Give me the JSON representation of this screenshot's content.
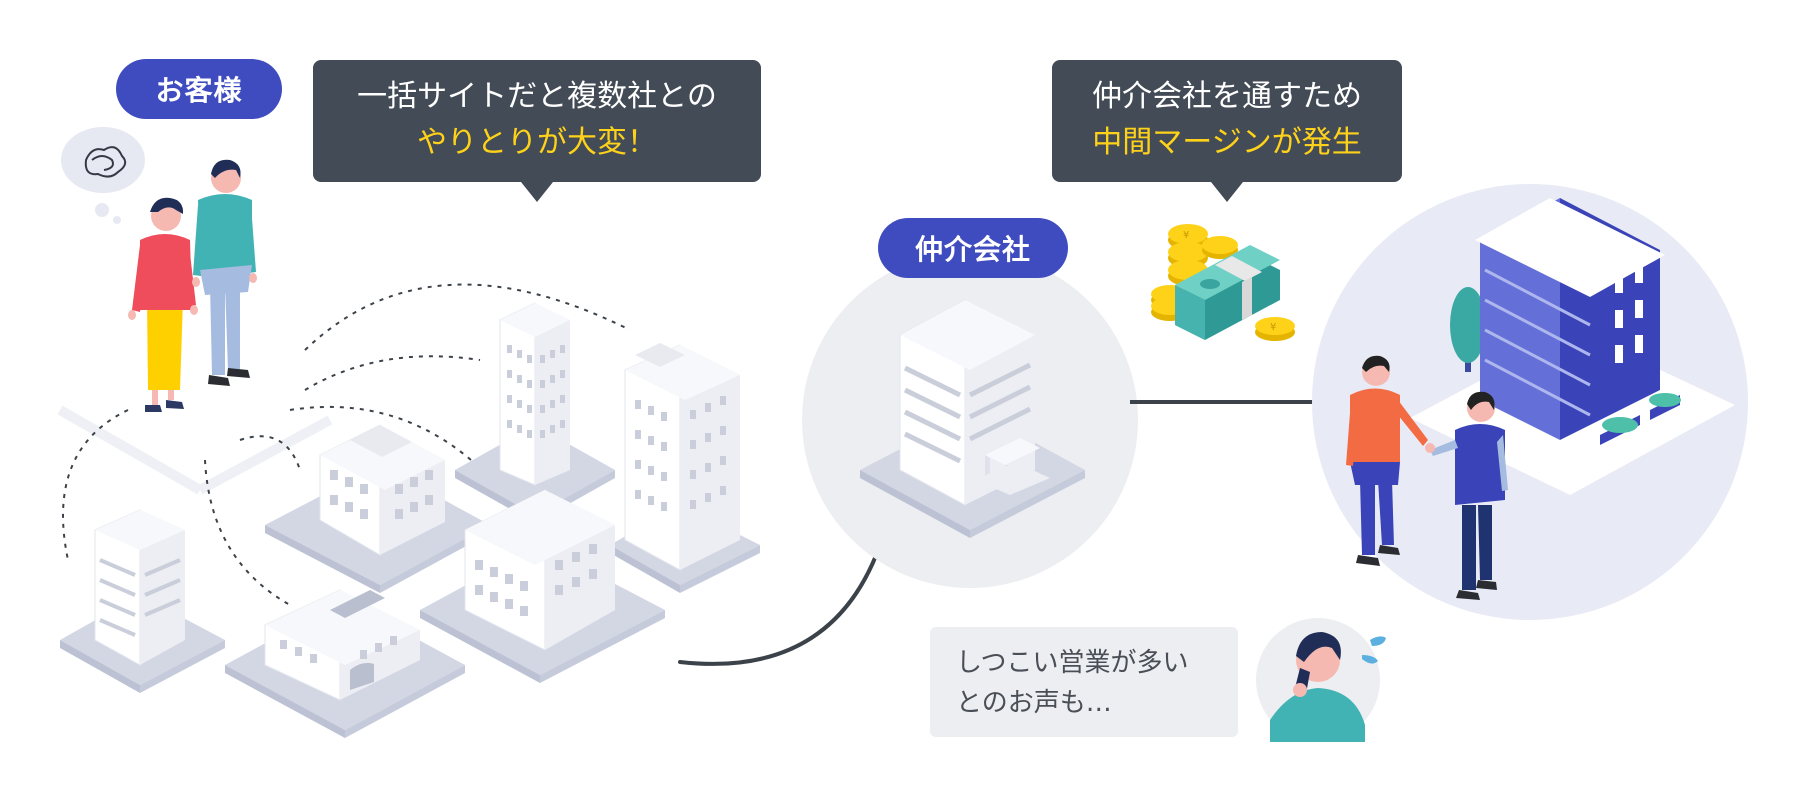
{
  "labels": {
    "customer": "お客様",
    "broker": "仲介会社"
  },
  "callouts": {
    "left": {
      "line1": "一括サイトだと複数社との",
      "line2": "やりとりが大変！"
    },
    "right": {
      "line1": "仲介会社を通すため",
      "line2": "中間マージンが発生"
    }
  },
  "note": {
    "line1": "しつこい営業が多い",
    "line2": "とのお声も…"
  },
  "colors": {
    "accent": "#3f4cc0",
    "callout_bg": "#434b56",
    "highlight": "#ffd21a",
    "note_bg": "#eceef1"
  },
  "icons": [
    "thought-bubble-icon",
    "yen-coins-icon",
    "banknotes-icon",
    "sweat-drops-icon",
    "tree-icon"
  ]
}
